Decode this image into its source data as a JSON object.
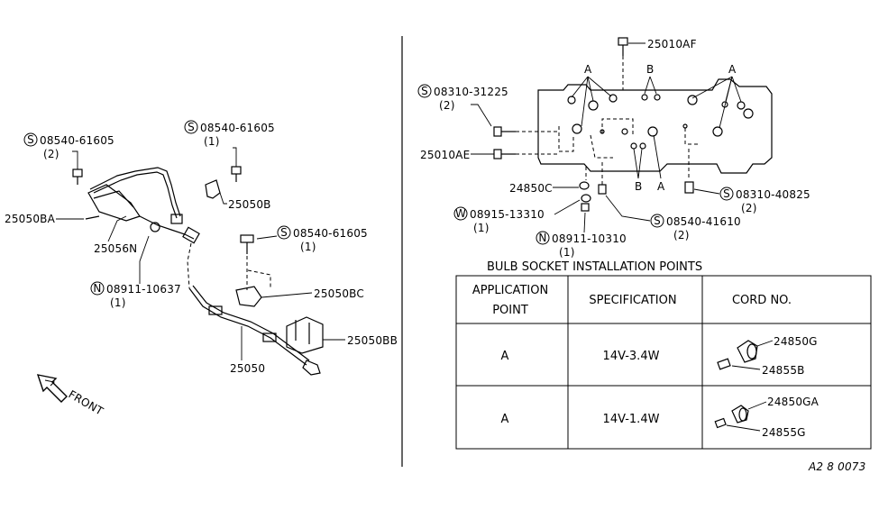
{
  "left": {
    "callouts": [
      {
        "id": "s1",
        "prefix": "S",
        "code": "08540-61605",
        "qty": "(2)"
      },
      {
        "id": "s2",
        "prefix": "S",
        "code": "08540-61605",
        "qty": "(1)"
      },
      {
        "id": "s3",
        "prefix": "S",
        "code": "08540-61605",
        "qty": "(1)"
      },
      {
        "id": "n1",
        "prefix": "N",
        "code": "08911-10637",
        "qty": "(1)"
      }
    ],
    "parts": [
      "25050BA",
      "25056N",
      "25050B",
      "25050BC",
      "25050BB",
      "25050"
    ],
    "front": "FRONT"
  },
  "right": {
    "top_part": "25010AF",
    "parts": [
      "25010AE",
      "24850C"
    ],
    "callouts": [
      {
        "id": "r1",
        "prefix": "S",
        "code": "08310-31225",
        "qty": "(2)"
      },
      {
        "id": "r2",
        "prefix": "W",
        "code": "08915-13310",
        "qty": "(1)"
      },
      {
        "id": "r3",
        "prefix": "N",
        "code": "08911-10310",
        "qty": "(1)"
      },
      {
        "id": "r4",
        "prefix": "S",
        "code": "08540-41610",
        "qty": "(2)"
      },
      {
        "id": "r5",
        "prefix": "S",
        "code": "08310-40825",
        "qty": "(2)"
      }
    ],
    "point_letters": [
      "A",
      "B",
      "A",
      "B",
      "A"
    ]
  },
  "table": {
    "title": "BULB SOCKET INSTALLATION POINTS",
    "headers": [
      "APPLICATION",
      "POINT",
      "SPECIFICATION",
      "CORD NO."
    ],
    "rows": [
      {
        "point": "A",
        "spec": "14V-3.4W",
        "socket": "24850G",
        "bulb": "24855B"
      },
      {
        "point": "A",
        "spec": "14V-1.4W",
        "socket": "24850GA",
        "bulb": "24855G"
      }
    ]
  },
  "footer": "A2 8 0073"
}
